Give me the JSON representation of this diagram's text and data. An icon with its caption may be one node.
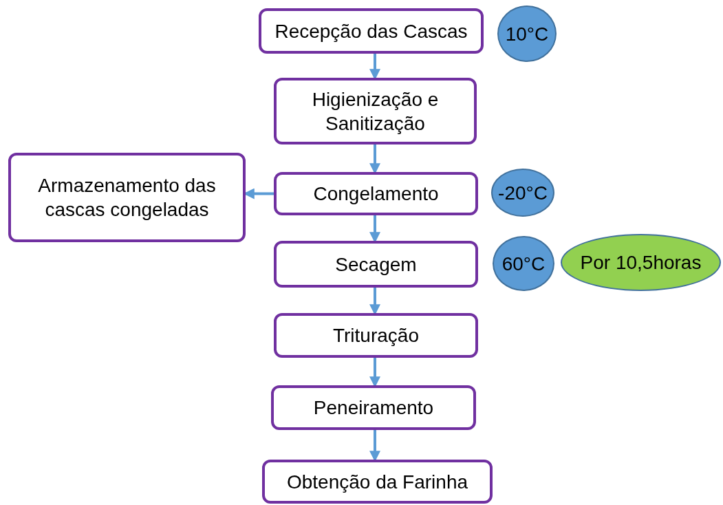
{
  "diagram": {
    "nodes": [
      {
        "text": [
          "Recepção das Cascas"
        ]
      },
      {
        "text": [
          "10°C"
        ]
      },
      {
        "text": [
          "Higienização e Sanitização"
        ]
      },
      {
        "text": [
          "Armazenamento das cascas congeladas"
        ]
      },
      {
        "text": [
          "Congelamento"
        ]
      },
      {
        "text": [
          "-20°C"
        ]
      },
      {
        "text": [
          "Secagem"
        ]
      },
      {
        "text": [
          "60°C"
        ]
      },
      {
        "text": [
          "Por 10,5horas"
        ]
      },
      {
        "text": [
          "Trituração"
        ]
      },
      {
        "text": [
          "Peneiramento"
        ]
      },
      {
        "text": [
          "Obtenção da Farinha"
        ]
      }
    ],
    "edges": [
      {
        "from": 0,
        "to": 2,
        "arrow": "to"
      },
      {
        "from": 2,
        "to": 4,
        "arrow": "to"
      },
      {
        "from": 4,
        "to": 3,
        "arrow": "to"
      },
      {
        "from": 4,
        "to": 6,
        "arrow": "to"
      },
      {
        "from": 6,
        "to": 9,
        "arrow": "to"
      },
      {
        "from": 9,
        "to": 10,
        "arrow": "to"
      },
      {
        "from": 10,
        "to": 11,
        "arrow": "to"
      }
    ]
  }
}
